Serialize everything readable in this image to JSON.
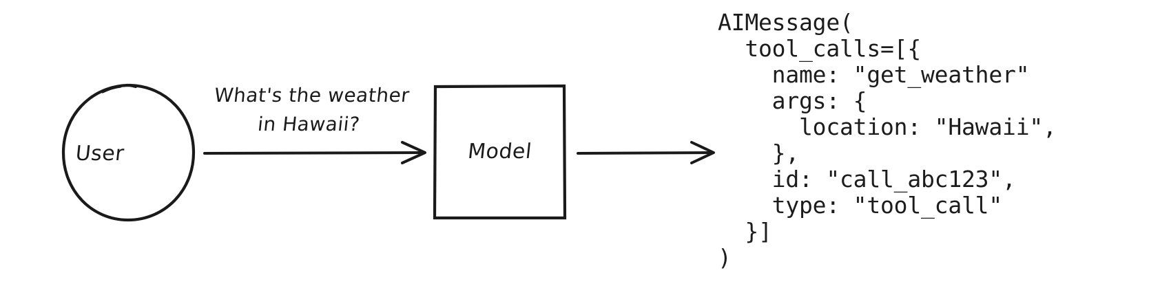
{
  "diagram": {
    "title": "tool-calling-flow",
    "background_color": "#ffffff",
    "ink_color": "#1a1a1a",
    "nodes": [
      {
        "id": "user",
        "shape": "circle",
        "label": "User"
      },
      {
        "id": "model",
        "shape": "rectangle",
        "label": "Model"
      }
    ],
    "edges": [
      {
        "id": "user-to-model",
        "from": "user",
        "to": "model",
        "label_line1": "What's the weather",
        "label_line2": "in Hawaii?",
        "arrowhead": "open-v"
      },
      {
        "id": "model-to-output",
        "from": "model",
        "to": "output",
        "label_line1": "",
        "label_line2": "",
        "arrowhead": "open-v"
      }
    ]
  },
  "output": {
    "name": "ai-message-code",
    "language": "python-repr",
    "lines": [
      "AIMessage(",
      "  tool_calls=[{",
      "    name: \"get_weather\"",
      "    args: {",
      "      location: \"Hawaii\",",
      "    },",
      "    id: \"call_abc123\",",
      "    type: \"tool_call\"",
      "  }]",
      ")"
    ]
  }
}
